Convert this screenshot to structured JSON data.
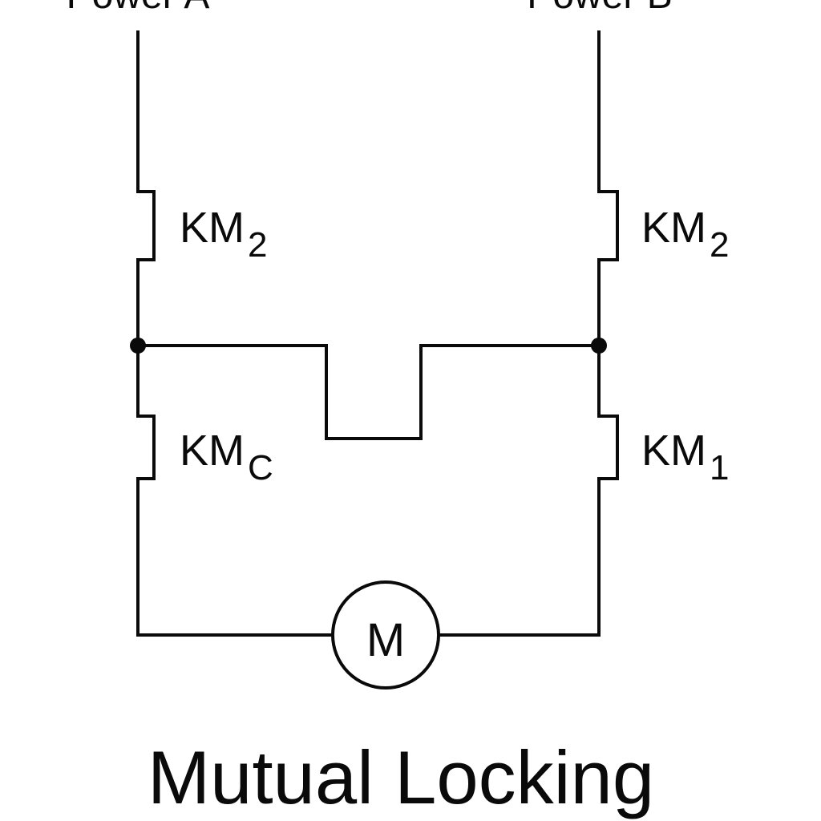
{
  "diagram": {
    "title": "Mutual Locking",
    "sources": [
      {
        "id": "power-a",
        "label": "Power A"
      },
      {
        "id": "power-b",
        "label": "Power B"
      }
    ],
    "contacts": [
      {
        "id": "top-left",
        "name": "KM",
        "subscript": "2",
        "type": "normally-closed"
      },
      {
        "id": "top-right",
        "name": "KM",
        "subscript": "2",
        "type": "normally-closed"
      },
      {
        "id": "bottom-left",
        "name": "KM",
        "subscript": "C",
        "type": "normally-closed"
      },
      {
        "id": "bottom-right",
        "name": "KM",
        "subscript": "1",
        "type": "normally-closed"
      }
    ],
    "load": {
      "id": "motor",
      "label": "M"
    },
    "colors": {
      "line": "#0a0a0a",
      "background": "#ffffff"
    }
  }
}
